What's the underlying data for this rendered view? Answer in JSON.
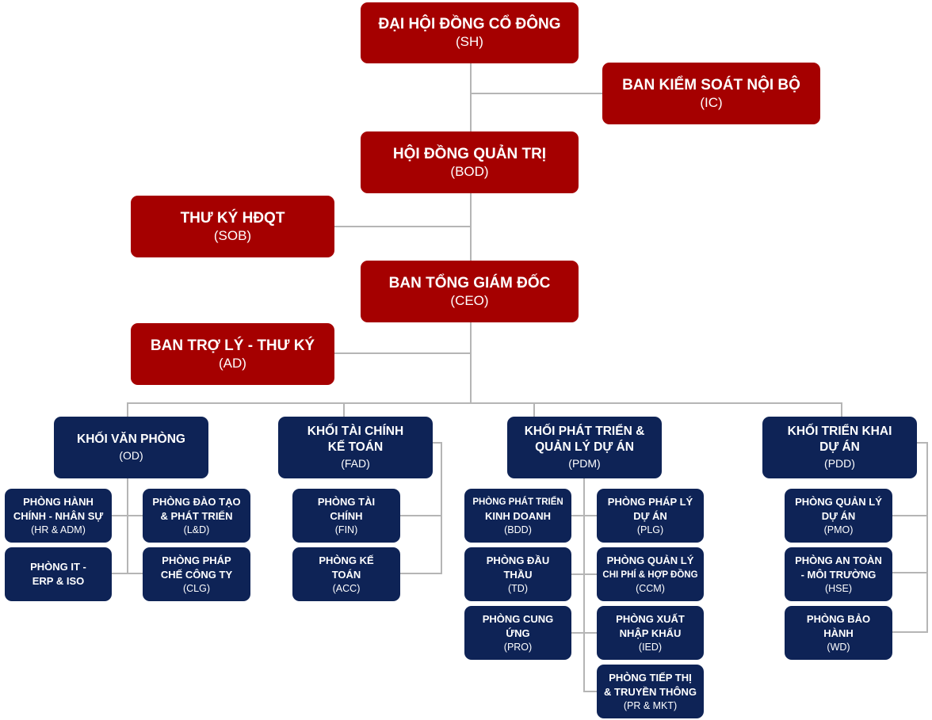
{
  "colors": {
    "top_level": "#a50000",
    "blocks": "#0e2356",
    "connector": "#b5b5b5"
  },
  "leadership": {
    "sh": {
      "title": "ĐẠI HỘI ĐỒNG CỔ ĐÔNG",
      "code": "(SH)"
    },
    "ic": {
      "title": "BAN KIỂM SOÁT NỘI BỘ",
      "code": "(IC)"
    },
    "bod": {
      "title": "HỘI ĐỒNG QUẢN TRỊ",
      "code": "(BOD)"
    },
    "sob": {
      "title": "THƯ KÝ HĐQT",
      "code": "(SOB)"
    },
    "ceo": {
      "title": "BAN TỔNG GIÁM ĐỐC",
      "code": "(CEO)"
    },
    "ad": {
      "title": "BAN TRỢ LÝ - THƯ KÝ",
      "code": "(AD)"
    }
  },
  "blocks": {
    "od": {
      "line1": "KHỐI VĂN PHÒNG",
      "line2": "",
      "code": "(OD)",
      "departments": [
        {
          "line1": "PHÒNG HÀNH",
          "line2": "CHÍNH - NHÂN SỰ",
          "code": "(HR & ADM)"
        },
        {
          "line1": "PHÒNG ĐÀO TẠO",
          "line2": "& PHÁT TRIỂN",
          "code": "(L&D)"
        },
        {
          "line1": "PHÒNG IT -",
          "line2": "ERP & ISO",
          "code": ""
        },
        {
          "line1": "PHÒNG PHÁP",
          "line2": "CHẾ CÔNG TY",
          "code": "(CLG)"
        }
      ]
    },
    "fad": {
      "line1": "KHỐI TÀI CHÍNH",
      "line2": "KẾ TOÁN",
      "code": "(FAD)",
      "departments": [
        {
          "line1": "PHÒNG TÀI",
          "line2": "CHÍNH",
          "code": "(FIN)"
        },
        {
          "line1": "PHÒNG KẾ",
          "line2": "TOÁN",
          "code": "(ACC)"
        }
      ]
    },
    "pdm": {
      "line1": "KHỐI PHÁT TRIỂN &",
      "line2": "QUẢN LÝ DỰ ÁN",
      "code": "(PDM)",
      "departments": [
        {
          "line1": "PHÒNG PHÁT TRIỂN",
          "line2": "KINH DOANH",
          "code": "(BDD)"
        },
        {
          "line1": "PHÒNG PHÁP LÝ",
          "line2": "DỰ ÁN",
          "code": "(PLG)"
        },
        {
          "line1": "PHÒNG ĐẦU",
          "line2": "THẦU",
          "code": "(TD)"
        },
        {
          "line1": "PHÒNG QUẢN LÝ",
          "line2": "CHI PHÍ & HỢP ĐỒNG",
          "code": "(CCM)"
        },
        {
          "line1": "PHÒNG CUNG",
          "line2": "ỨNG",
          "code": "(PRO)"
        },
        {
          "line1": "PHÒNG XUẤT",
          "line2": "NHẬP KHẨU",
          "code": "(IED)"
        },
        {
          "line1": "PHÒNG TIẾP THỊ",
          "line2": "& TRUYỀN THÔNG",
          "code": "(PR & MKT)"
        }
      ]
    },
    "pdd": {
      "line1": "KHỐI TRIỂN KHAI",
      "line2": "DỰ ÁN",
      "code": "(PDD)",
      "departments": [
        {
          "line1": "PHÒNG QUẢN LÝ",
          "line2": "DỰ ÁN",
          "code": "(PMO)"
        },
        {
          "line1": "PHÒNG AN TOÀN",
          "line2": "- MÔI TRƯỜNG",
          "code": "(HSE)"
        },
        {
          "line1": "PHÒNG BẢO",
          "line2": "HÀNH",
          "code": "(WD)"
        }
      ]
    }
  }
}
